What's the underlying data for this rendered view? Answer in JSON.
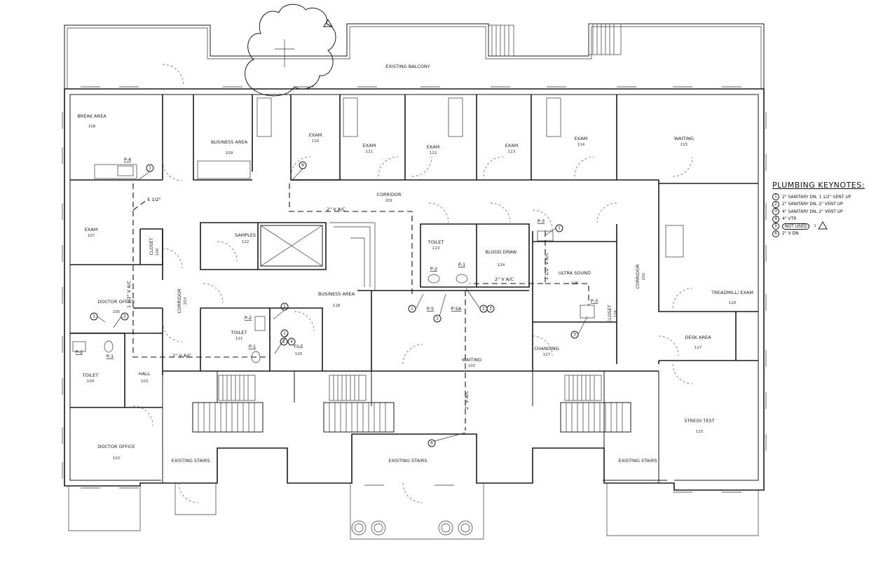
{
  "keynotes": {
    "title": "PLUMBING KEYNOTES:",
    "items": [
      {
        "num": "1",
        "text": "2\" SANITARY DN, 1 1/2\" VENT UP"
      },
      {
        "num": "2",
        "text": "2\" SANITARY DN, 2\" VENT UP"
      },
      {
        "num": "3",
        "text": "4\" SANITARY DN, 2\" VENT UP"
      },
      {
        "num": "4",
        "text": "4\" VTR"
      },
      {
        "num": "5",
        "text": "NOT USED"
      },
      {
        "num": "6",
        "text": "2\" V DN"
      }
    ],
    "revision_mark": "1"
  },
  "balcony": {
    "name": "EXISTING BALCONY"
  },
  "rooms": {
    "break_area": {
      "name": "BREAK AREA",
      "num": "108"
    },
    "business_area_top": {
      "name": "BUSINESS AREA",
      "num": "109"
    },
    "exam_110": {
      "name": "EXAM",
      "num": "110"
    },
    "exam_111": {
      "name": "EXAM",
      "num": "111"
    },
    "exam_112": {
      "name": "EXAM",
      "num": "112"
    },
    "exam_113": {
      "name": "EXAM",
      "num": "113"
    },
    "exam_114": {
      "name": "EXAM",
      "num": "114"
    },
    "waiting_115": {
      "name": "WAITING",
      "num": "115"
    },
    "exam_107": {
      "name": "EXAM",
      "num": "107"
    },
    "closet_106": {
      "name": "CLOSET",
      "num": "106"
    },
    "corridor_top": {
      "name": "CORRIDOR",
      "num": "201"
    },
    "samples": {
      "name": "SAMPLES",
      "num": "122"
    },
    "toilet_123": {
      "name": "TOILET",
      "num": "123"
    },
    "blood_draw": {
      "name": "BLOOD DRAW",
      "num": "124"
    },
    "ultra_sound": {
      "name": "ULTRA SOUND",
      "num": "125"
    },
    "corridor_right": {
      "name": "CORRIDOR",
      "num": "202"
    },
    "treadmill": {
      "name": "TREADMILL/ EXAM",
      "num": "116"
    },
    "doctor_office_105": {
      "name": "DOCTOR OFFICE",
      "num": "105"
    },
    "corridor_left": {
      "name": "CORRIDOR",
      "num": "203"
    },
    "business_area_mid": {
      "name": "BUSINESS AREA",
      "num": "118"
    },
    "toilet_121": {
      "name": "TOILET",
      "num": "121"
    },
    "file": {
      "name": "FILE",
      "num": "120"
    },
    "toilet_104": {
      "name": "TOILET",
      "num": "104"
    },
    "hall": {
      "name": "HALL",
      "num": "103"
    },
    "waiting_101": {
      "name": "WAITING",
      "num": "101"
    },
    "changing": {
      "name": "CHANGING",
      "num": "127"
    },
    "closet_126": {
      "name": "CLOSET",
      "num": "126"
    },
    "desk_area": {
      "name": "DESK AREA",
      "num": "117"
    },
    "doctor_office_102": {
      "name": "DOCTOR OFFICE",
      "num": "102"
    },
    "stress_test": {
      "name": "STRESS TEST",
      "num": "115"
    },
    "existing_stairs_left": {
      "name": "EXISTING STAIRS"
    },
    "existing_stairs_center": {
      "name": "EXISTING STAIRS"
    },
    "existing_stairs_right": {
      "name": "EXISTING STAIRS"
    }
  },
  "fixtures": {
    "p4": "P-4",
    "p3": "P-3",
    "p2_upper": "P-2",
    "p1_upper": "P-1",
    "p5": "P-5",
    "p5a": "P-5A",
    "p3_lower": "P-3",
    "p2_mid": "P-2",
    "p1_mid": "P-1",
    "p2_left": "P-2",
    "p1_left": "P-1"
  },
  "pipe_notes": {
    "vent_top": "2\" V A/C",
    "vent_left_short": "1 1/2\"",
    "vent_left_long": "1 1/2\" V A/C",
    "vent_right": "1 1/2\" V A/C",
    "vent_mid": "2\" V A/C",
    "vent_bottom": "2\" V A/C",
    "vent_center": "2\" V A/C"
  },
  "callouts": [
    "1",
    "2",
    "3",
    "4",
    "5",
    "6",
    "1",
    "2",
    "1",
    "1",
    "1",
    "4",
    "2",
    "1",
    "2",
    "1",
    "3",
    "6",
    "6"
  ]
}
